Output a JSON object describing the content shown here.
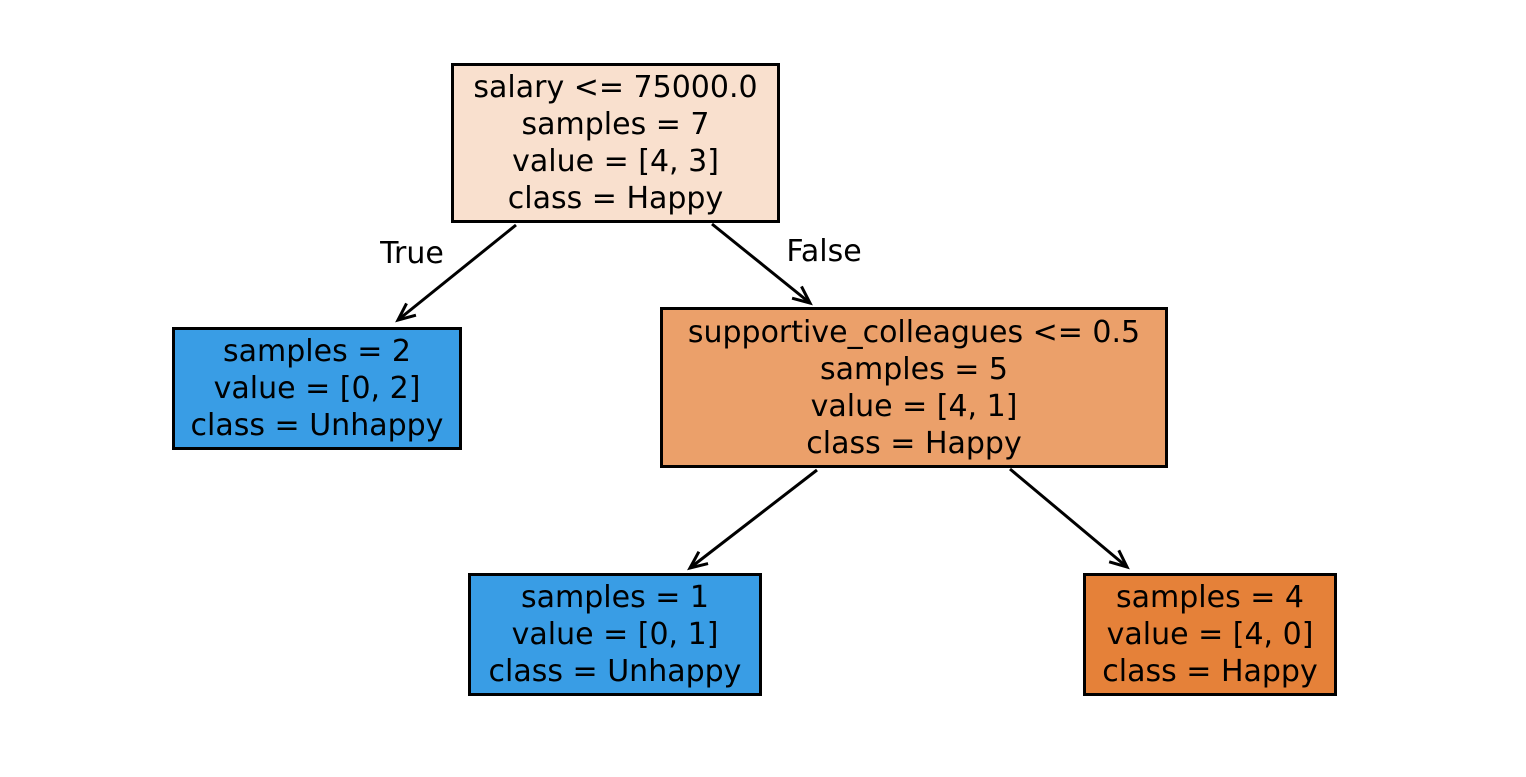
{
  "figure": {
    "background": "#ffffff",
    "edge_color": "#000000",
    "text_color": "#000000",
    "node_border_color": "#000000"
  },
  "tree": {
    "edge_labels": {
      "true_label": "True",
      "false_label": "False"
    },
    "nodes": [
      {
        "id": "root",
        "fill": "#f9e0ce",
        "lines": [
          "salary <= 75000.0",
          "samples = 7",
          "value = [4, 3]",
          "class = Happy"
        ]
      },
      {
        "id": "left-leaf",
        "fill": "#399de5",
        "lines": [
          "samples = 2",
          "value = [0, 2]",
          "class = Unhappy"
        ]
      },
      {
        "id": "right-split",
        "fill": "#eba06a",
        "lines": [
          "supportive_colleagues <= 0.5",
          "samples = 5",
          "value = [4, 1]",
          "class = Happy"
        ]
      },
      {
        "id": "right-left-leaf",
        "fill": "#399de5",
        "lines": [
          "samples = 1",
          "value = [0, 1]",
          "class = Unhappy"
        ]
      },
      {
        "id": "right-right-leaf",
        "fill": "#e58139",
        "lines": [
          "samples = 4",
          "value = [4, 0]",
          "class = Happy"
        ]
      }
    ]
  }
}
